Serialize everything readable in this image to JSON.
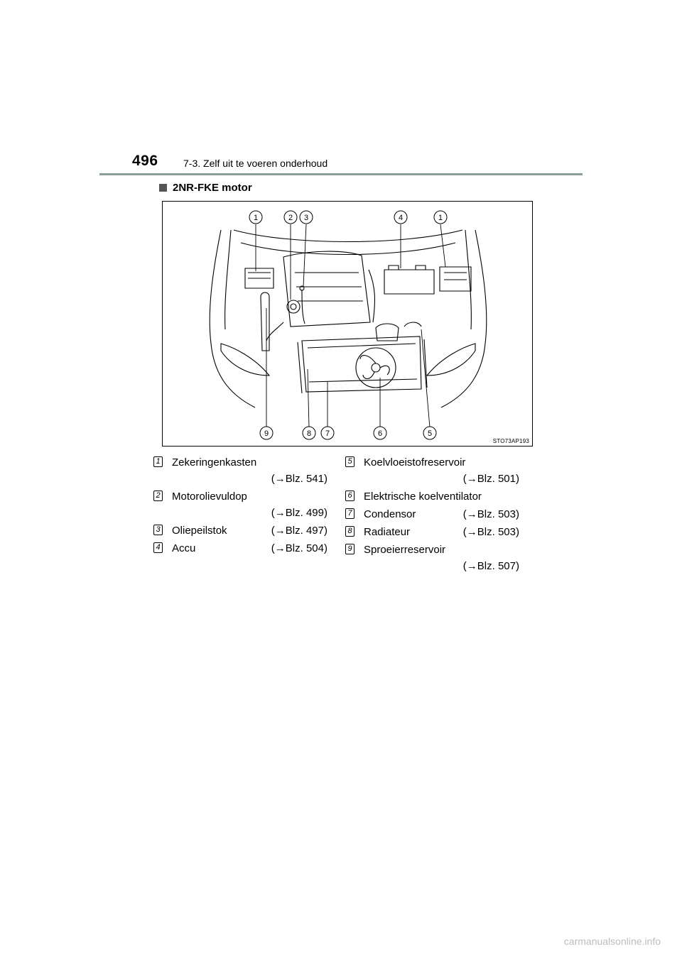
{
  "header": {
    "page_number": "496",
    "section_title": "7-3. Zelf uit te voeren onderhoud"
  },
  "subheading": "2NR-FKE motor",
  "figure": {
    "code": "STO73AP193",
    "callouts_top": [
      "1",
      "2",
      "3",
      "4",
      "1"
    ],
    "callouts_bottom": [
      "9",
      "8",
      "7",
      "6",
      "5"
    ]
  },
  "legend": {
    "items": [
      {
        "num": "1",
        "label": "Zekeringenkasten",
        "ref": "(→Blz. 541)"
      },
      {
        "num": "2",
        "label": "Motorolievuldop",
        "ref": "(→Blz. 499)"
      },
      {
        "num": "3",
        "label": "Oliepeilstok",
        "ref": "(→Blz. 497)"
      },
      {
        "num": "4",
        "label": "Accu",
        "ref": "(→Blz. 504)"
      },
      {
        "num": "5",
        "label": "Koelvloeistofreservoir",
        "ref": "(→Blz. 501)"
      },
      {
        "num": "6",
        "label": "Elektrische koelventilator",
        "ref": ""
      },
      {
        "num": "7",
        "label": "Condensor",
        "ref": "(→Blz. 503)"
      },
      {
        "num": "8",
        "label": "Radiateur",
        "ref": "(→Blz. 503)"
      },
      {
        "num": "9",
        "label": "Sproeierreservoir",
        "ref": "(→Blz. 507)"
      }
    ]
  },
  "footer": {
    "watermark": "carmanualsonline.info"
  }
}
